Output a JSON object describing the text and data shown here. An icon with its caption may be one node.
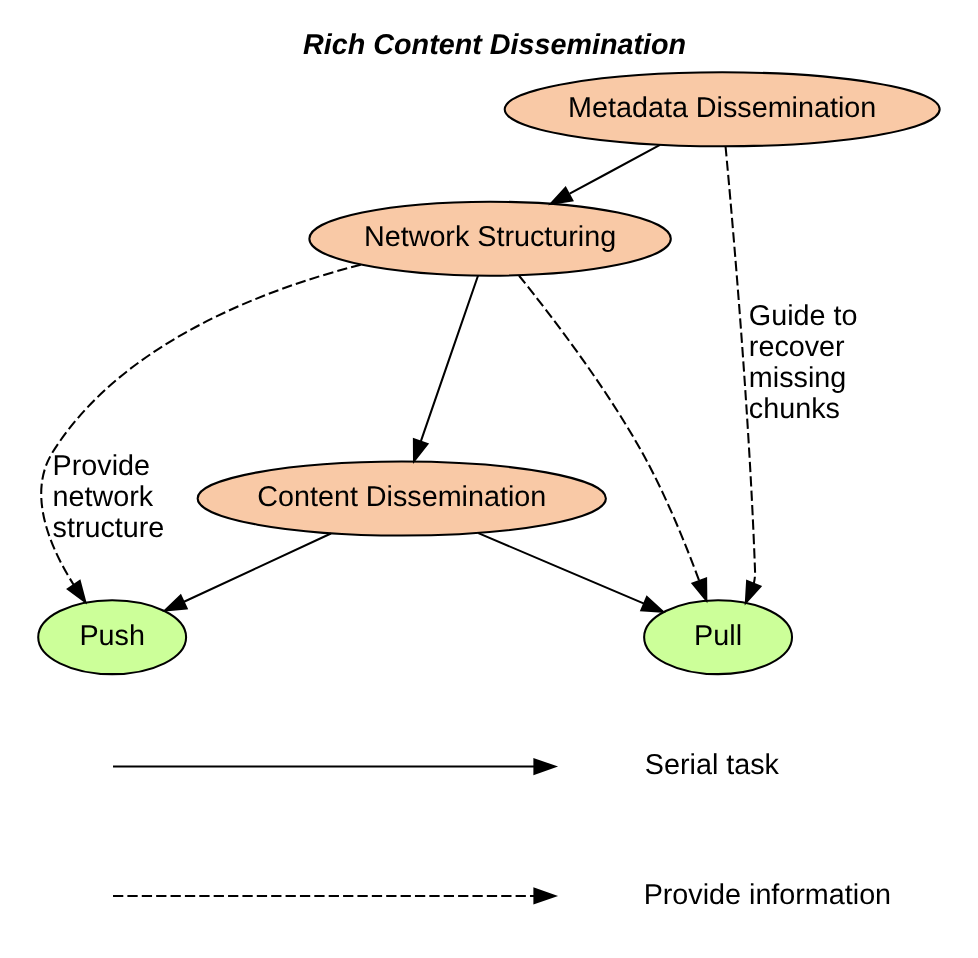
{
  "diagram": {
    "title": "Rich Content Dissemination",
    "nodes": [
      {
        "text": [
          "Metadata Dissemination"
        ]
      },
      {
        "text": [
          "Network Structuring"
        ]
      },
      {
        "text": [
          "Content Dissemination"
        ]
      },
      {
        "text": [
          "Push"
        ]
      },
      {
        "text": [
          "Pull"
        ]
      }
    ],
    "edges": [
      {
        "from": 0,
        "to": 1,
        "arrow": "to"
      },
      {
        "from": 1,
        "to": 2,
        "arrow": "to"
      },
      {
        "from": 2,
        "to": 3,
        "arrow": "to"
      },
      {
        "from": 2,
        "to": 4,
        "arrow": "to"
      },
      {
        "from": 1,
        "to": 3,
        "arrow": "to",
        "style": "dashed",
        "label": "Provide network structure"
      },
      {
        "from": 1,
        "to": 4,
        "arrow": "to",
        "style": "dashed"
      },
      {
        "from": 0,
        "to": 4,
        "arrow": "to",
        "style": "dashed",
        "label": "Guide to recover missing chunks"
      }
    ],
    "legend": [
      {
        "text": "Serial task"
      },
      {
        "text": "Provide information"
      }
    ]
  }
}
